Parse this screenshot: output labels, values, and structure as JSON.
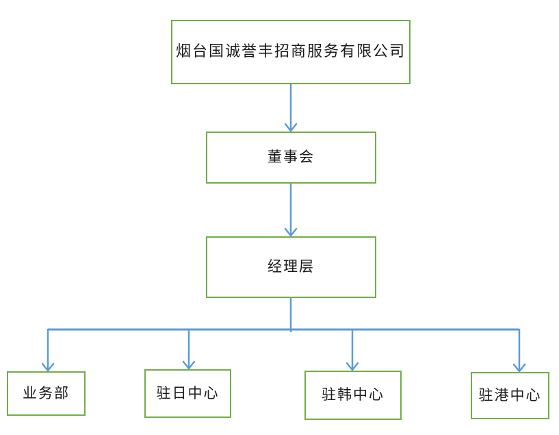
{
  "colors": {
    "box_border": "#70AD47",
    "connector": "#5B9BD5",
    "text": "#1A1A1A",
    "background": "#FFFFFF"
  },
  "diagram": {
    "type": "org-chart",
    "nodes": {
      "company": {
        "label": "烟台国诚誉丰招商服务有限公司"
      },
      "board": {
        "label": "董事会"
      },
      "management": {
        "label": "经理层"
      },
      "dept1": {
        "label": "业务部"
      },
      "dept2": {
        "label": "驻日中心"
      },
      "dept3": {
        "label": "驻韩中心"
      },
      "dept4": {
        "label": "驻港中心"
      }
    },
    "edges": [
      {
        "from": "company",
        "to": "board",
        "arrow": true
      },
      {
        "from": "board",
        "to": "management",
        "arrow": true
      },
      {
        "from": "management",
        "to": "dept1",
        "arrow": true
      },
      {
        "from": "management",
        "to": "dept2",
        "arrow": true
      },
      {
        "from": "management",
        "to": "dept3",
        "arrow": true
      },
      {
        "from": "management",
        "to": "dept4",
        "arrow": true
      }
    ]
  }
}
